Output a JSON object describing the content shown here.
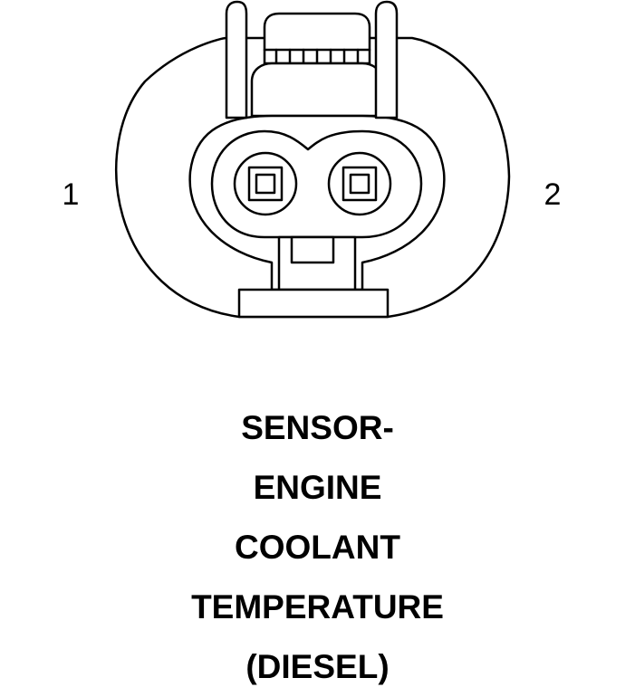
{
  "connector": {
    "pin_1_label": "1",
    "pin_2_label": "2",
    "line_color": "#000000",
    "background_color": "#ffffff"
  },
  "caption": {
    "lines": [
      "SENSOR-",
      "ENGINE",
      "COOLANT",
      "TEMPERATURE",
      "(DIESEL)"
    ]
  }
}
